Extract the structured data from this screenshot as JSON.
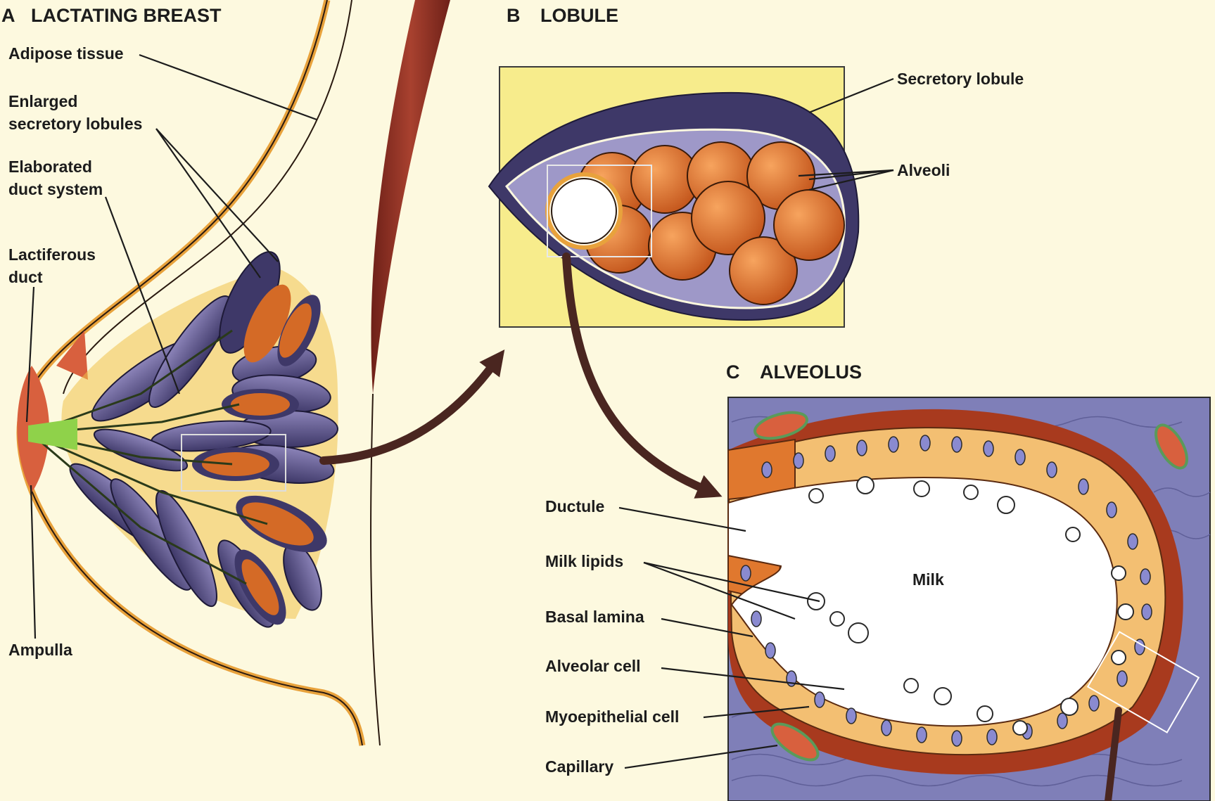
{
  "panels": {
    "a": {
      "letter": "A",
      "title": "LACTATING BREAST"
    },
    "b": {
      "letter": "B",
      "title": "LOBULE"
    },
    "c": {
      "letter": "C",
      "title": "ALVEOLUS"
    }
  },
  "labels_a": {
    "adipose": "Adipose tissue",
    "lobules_1": "Enlarged",
    "lobules_2": "secretory lobules",
    "duct_system_1": "Elaborated",
    "duct_system_2": "duct system",
    "lactiferous_1": "Lactiferous",
    "lactiferous_2": "duct",
    "ampulla": "Ampulla"
  },
  "labels_b": {
    "secretory_lobule": "Secretory lobule",
    "alveoli": "Alveoli"
  },
  "labels_c": {
    "ductule": "Ductule",
    "milk_lipids": "Milk lipids",
    "basal_lamina": "Basal lamina",
    "alveolar_cell": "Alveolar cell",
    "myoepithelial_cell": "Myoepithelial cell",
    "capillary": "Capillary",
    "milk": "Milk"
  },
  "colors": {
    "background": "#fdf9df",
    "skin_line": "#e8a23c",
    "lobule_purple": "#5a5288",
    "alveolus_orange": "#e0782e",
    "cell_tan": "#f3bf72",
    "muscle": "#8a2e24",
    "tissue_lilac": "#7f7fb8",
    "box_yellow": "#f7ec8c",
    "arrow": "#4a2620"
  }
}
